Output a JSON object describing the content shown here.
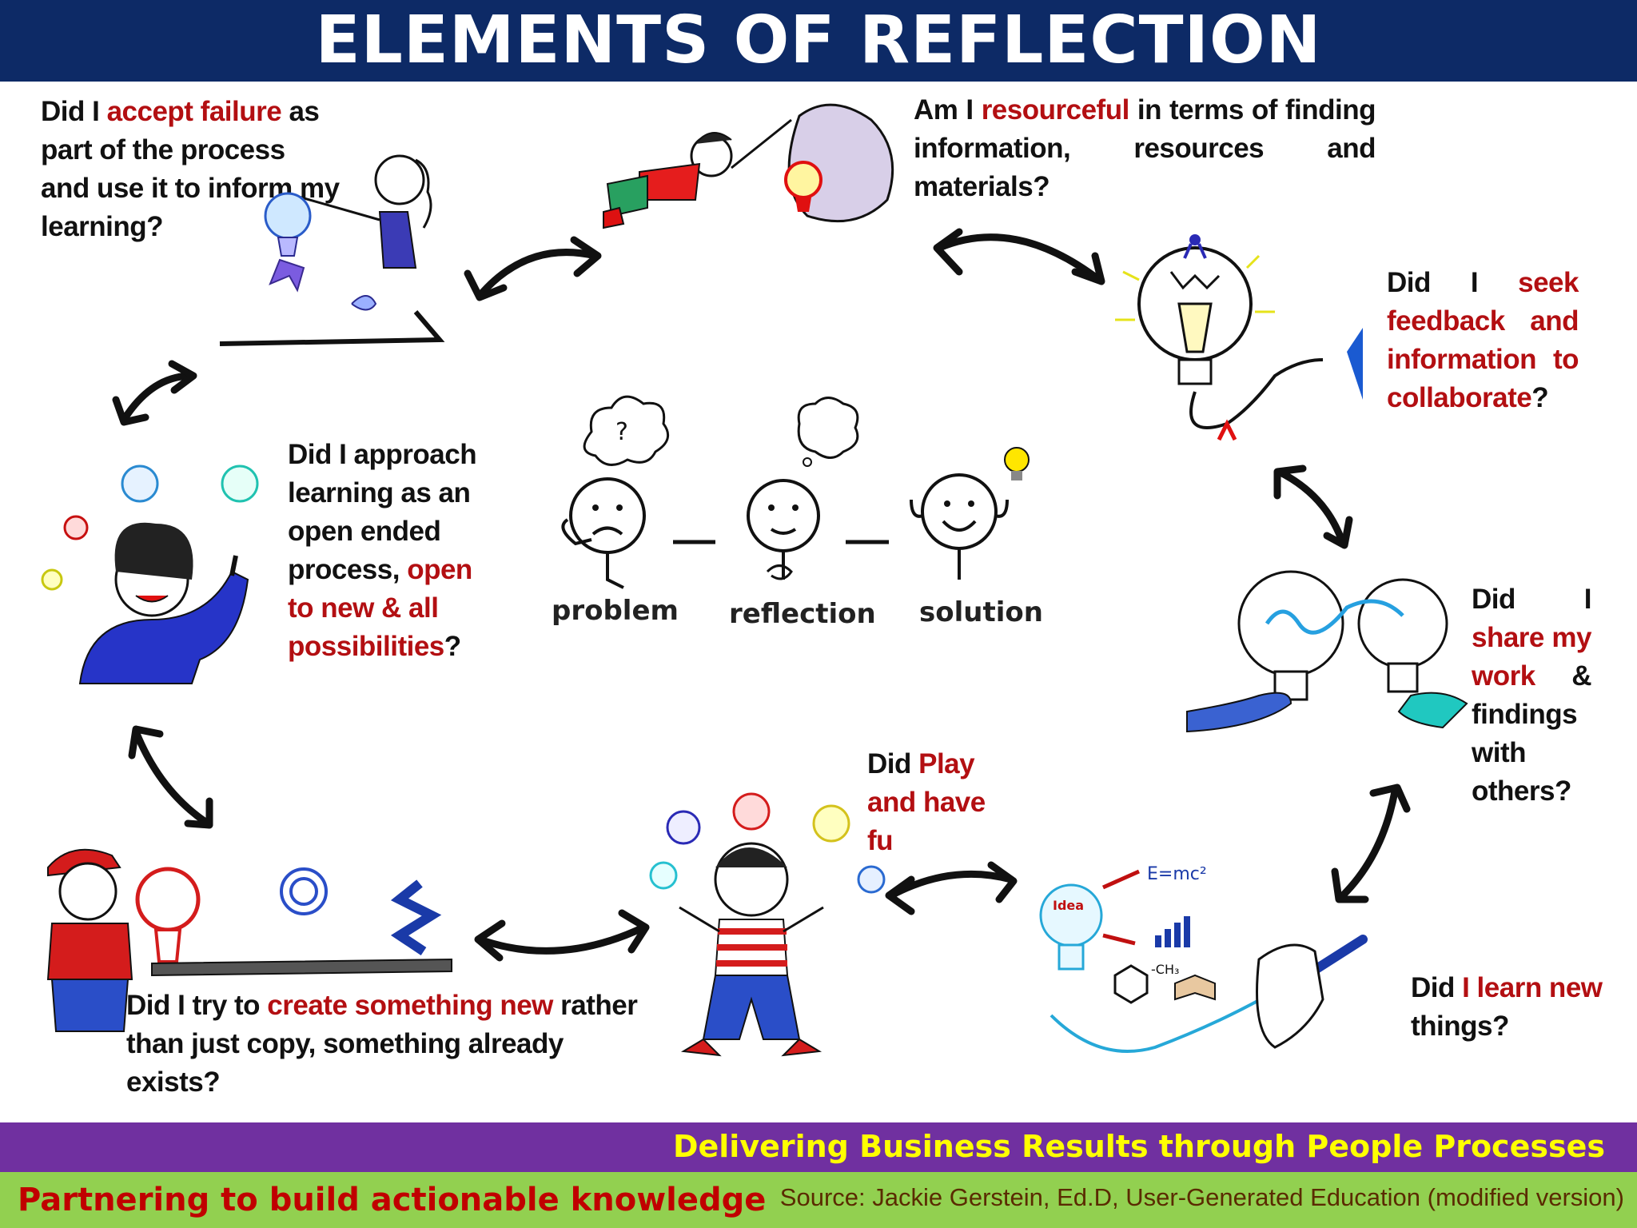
{
  "title": "ELEMENTS OF REFLECTION",
  "questions": {
    "accept_failure": {
      "pre": "Did I ",
      "hl": "accept failure",
      "post": " as part of the process and use it to inform my learning?"
    },
    "resourceful": {
      "pre": "Am I ",
      "hl": "resourceful",
      "post": " in terms of finding information, resources and materials?"
    },
    "seek_feedback": {
      "pre": "Did I ",
      "hl": "seek feedback and information to collaborate",
      "post": "?"
    },
    "approach_learning": {
      "pre": "Did I approach learning as an open ended process, ",
      "hl": "open to new & all possibilities",
      "post": "?"
    },
    "share_work": {
      "pre": "Did I ",
      "hl": "share my work",
      "post": " & findings with others?"
    },
    "play": {
      "pre": "Did ",
      "hl": "Play and have fu",
      "post": ""
    },
    "learn_new": {
      "pre": "Did ",
      "hl": "I learn new",
      "post": " things?"
    },
    "create_new": {
      "pre": "Did I try to ",
      "hl": "create something new",
      "post": " rather than just copy, something already exists?"
    }
  },
  "center": {
    "problem": "problem",
    "reflection": "reflection",
    "solution": "solution"
  },
  "sketch_text": {
    "formula": "E=mc²",
    "idea": "Idea",
    "ch3": "-CH₃"
  },
  "footer": {
    "tagline": "Delivering Business Results through People  Processes",
    "left": "Partnering to build  actionable knowledge",
    "source": "Source: Jackie Gerstein, Ed.D, User-Generated Education   (modified version)"
  },
  "colors": {
    "banner": "#0d2a66",
    "highlight": "#b30f12",
    "footer_purple": "#7030a0",
    "footer_green": "#92d050",
    "tagline": "#ffff00",
    "footer_left": "#c00000"
  }
}
